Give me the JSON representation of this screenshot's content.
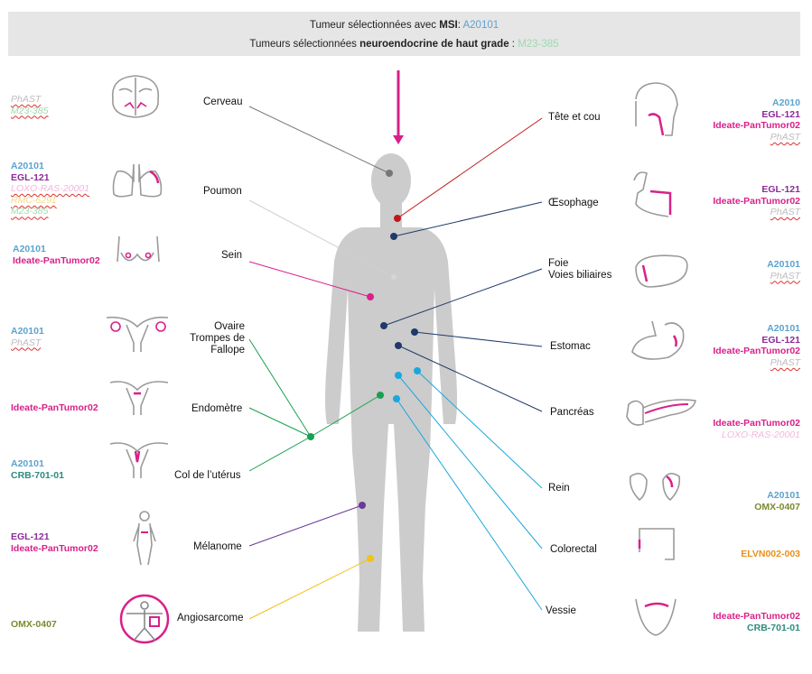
{
  "banner": {
    "line1_prefix": "Tumeur sélectionnées avec ",
    "line1_bold": "MSI",
    "line1_sep": ": ",
    "line1_trial": "A20101",
    "line2_prefix": "Tumeurs sélectionnées ",
    "line2_bold": "neuroendocrine de haut grade",
    "line2_sep": " : ",
    "line2_trial": "M23-385"
  },
  "colors": {
    "A20101": "#5ba3cf",
    "EGL-121": "#8e2a9b",
    "Ideate-PanTumor02": "#d9208a",
    "PhAST": "#bdbdbd",
    "M23-385": "#9fd8b0",
    "LOXO-RAS-20001": "#f0b8dc",
    "RMC-6291": "#f2da8a",
    "CRB-701-01": "#2a8c80",
    "OMX-0407": "#7b8b2e",
    "ELVN002-003": "#e8901a"
  },
  "left": [
    {
      "organ": "Cerveau",
      "icon": "brain-icon",
      "trials": [
        {
          "name": "PhAST",
          "style": "italic"
        },
        {
          "name": "M23-385",
          "style": "italic"
        }
      ]
    },
    {
      "organ": "Poumon",
      "icon": "lungs-icon",
      "trials": [
        {
          "name": "A20101",
          "style": "bold"
        },
        {
          "name": "EGL-121",
          "style": "bold"
        },
        {
          "name": "LOXO-RAS-20001",
          "style": "italic"
        },
        {
          "name": "RMC-6291",
          "style": "italic"
        },
        {
          "name": "M23-385",
          "style": "italic"
        }
      ]
    },
    {
      "organ": "Sein",
      "icon": "breast-icon",
      "trials": [
        {
          "name": "A20101",
          "style": "bold"
        },
        {
          "name": "Ideate-PanTumor02",
          "style": "bold"
        }
      ]
    },
    {
      "organ": "Ovaire\nTrompes de\nFallope",
      "icon": "ovary-icon",
      "trials": [
        {
          "name": "A20101",
          "style": "bold"
        },
        {
          "name": "PhAST",
          "style": "italic"
        }
      ]
    },
    {
      "organ": "Endomètre",
      "icon": "uterus-icon",
      "trials": [
        {
          "name": "Ideate-PanTumor02",
          "style": "bold"
        }
      ]
    },
    {
      "organ": "Col de l’utérus",
      "icon": "cervix-icon",
      "trials": [
        {
          "name": "A20101",
          "style": "bold"
        },
        {
          "name": "CRB-701-01",
          "style": "bold"
        }
      ]
    },
    {
      "organ": "Mélanome",
      "icon": "skin-icon",
      "trials": [
        {
          "name": "EGL-121",
          "style": "bold"
        },
        {
          "name": "Ideate-PanTumor02",
          "style": "bold"
        }
      ]
    },
    {
      "organ": "Angiosarcome",
      "icon": "vitruvian-icon",
      "trials": [
        {
          "name": "OMX-0407",
          "style": "bold"
        }
      ]
    }
  ],
  "right": [
    {
      "organ": "Tête et cou",
      "icon": "head-neck-icon",
      "trials": [
        {
          "name": "A2010",
          "color_key": "A20101",
          "style": "bold"
        },
        {
          "name": "EGL-121",
          "style": "bold"
        },
        {
          "name": "Ideate-PanTumor02",
          "style": "bold"
        },
        {
          "name": "PhAST",
          "style": "italic"
        }
      ]
    },
    {
      "organ": "Œsophage",
      "icon": "esophagus-icon",
      "trials": [
        {
          "name": "EGL-121",
          "style": "bold"
        },
        {
          "name": "Ideate-PanTumor02",
          "style": "bold"
        },
        {
          "name": "PhAST",
          "style": "italic"
        }
      ]
    },
    {
      "organ": "Foie\nVoies biliaires",
      "icon": "liver-icon",
      "trials": [
        {
          "name": "A20101",
          "style": "bold"
        },
        {
          "name": "PhAST",
          "style": "italic"
        }
      ]
    },
    {
      "organ": "Estomac",
      "icon": "stomach-icon",
      "trials": [
        {
          "name": "A20101",
          "style": "bold"
        },
        {
          "name": "EGL-121",
          "style": "bold"
        },
        {
          "name": "Ideate-PanTumor02",
          "style": "bold"
        },
        {
          "name": "PhAST",
          "style": "italic"
        }
      ]
    },
    {
      "organ": "Pancréas",
      "icon": "pancreas-icon",
      "trials": [
        {
          "name": "Ideate-PanTumor02",
          "style": "bold"
        },
        {
          "name": "LOXO-RAS-20001",
          "style": "italic-plain"
        }
      ]
    },
    {
      "organ": "Rein",
      "icon": "kidney-icon",
      "trials": [
        {
          "name": "A20101",
          "style": "bold"
        },
        {
          "name": "OMX-0407",
          "style": "bold"
        }
      ]
    },
    {
      "organ": "Colorectal",
      "icon": "colon-icon",
      "trials": [
        {
          "name": "ELVN002-003",
          "style": "bold"
        }
      ]
    },
    {
      "organ": "Vessie",
      "icon": "bladder-icon",
      "trials": [
        {
          "name": "Ideate-PanTumor02",
          "style": "bold"
        },
        {
          "name": "CRB-701-01",
          "style": "bold"
        }
      ]
    }
  ]
}
